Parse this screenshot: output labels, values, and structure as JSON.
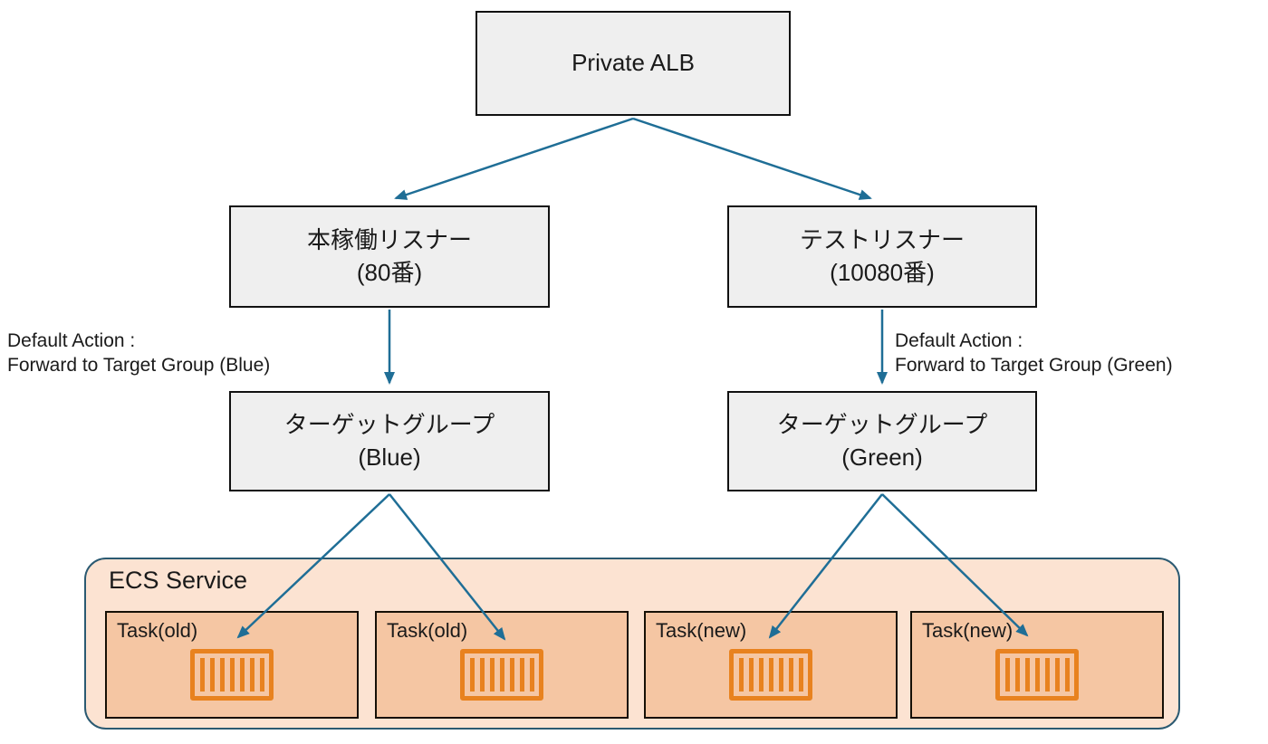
{
  "diagram": {
    "alb": {
      "label": "Private ALB"
    },
    "listeners": [
      {
        "label": "本稼働リスナー\n(80番)"
      },
      {
        "label": "テストリスナー\n(10080番)"
      }
    ],
    "annotations": [
      {
        "text": "Default Action :\nForward to Target Group (Blue)"
      },
      {
        "text": "Default Action :\nForward to Target Group (Green)"
      }
    ],
    "target_groups": [
      {
        "label": "ターゲットグループ\n(Blue)"
      },
      {
        "label": "ターゲットグループ\n(Green)"
      }
    ],
    "ecs_service": {
      "label": "ECS Service",
      "tasks": [
        {
          "label": "Task(old)"
        },
        {
          "label": "Task(old)"
        },
        {
          "label": "Task(new)"
        },
        {
          "label": "Task(new)"
        }
      ]
    }
  },
  "colors": {
    "arrow": "#1f6e96",
    "node_fill": "#efefef",
    "node_border": "#111111",
    "ecs_fill": "#fce3d2",
    "ecs_border": "#2b5a72",
    "task_fill": "#f5c6a3",
    "icon_orange": "#e8821f"
  }
}
